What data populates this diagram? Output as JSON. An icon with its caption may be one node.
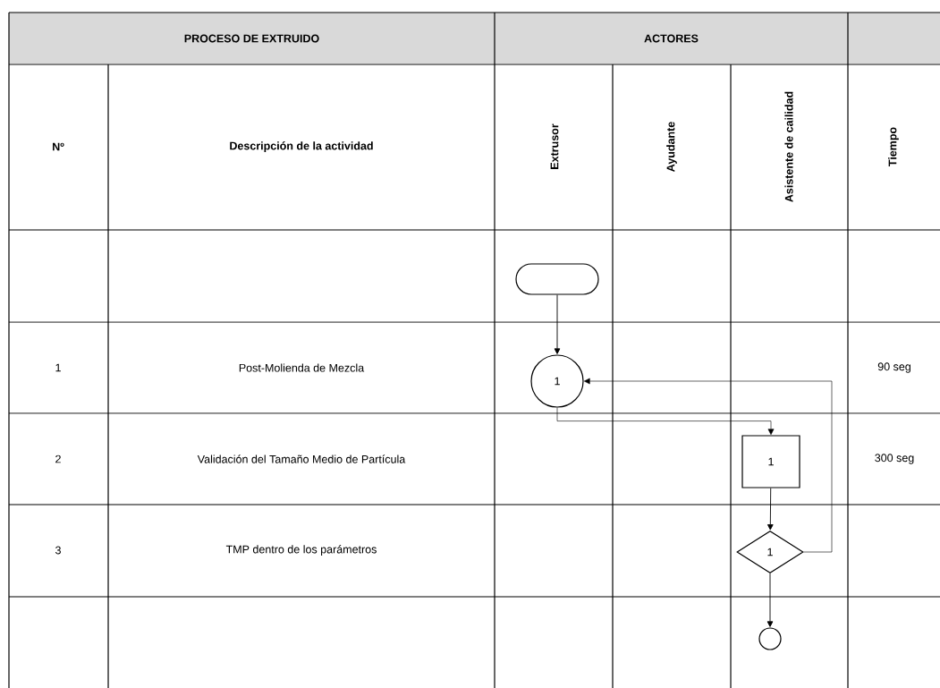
{
  "diagram": {
    "nodes": [
      {
        "text": [],
        "shape": "box"
      },
      {
        "text": [
          "1"
        ]
      },
      {
        "text": [
          "1"
        ]
      },
      {
        "text": [
          "1"
        ]
      },
      {
        "text": [],
        "shape": "circle"
      }
    ],
    "edges": [
      {
        "from": 0,
        "to": 1,
        "arrow": "to"
      },
      {
        "from": 1,
        "to": 2,
        "arrow": "to"
      },
      {
        "from": 2,
        "to": 3,
        "arrow": "to"
      },
      {
        "from": 3,
        "to": 1,
        "arrow": "to"
      },
      {
        "from": 3,
        "to": 4,
        "arrow": "to"
      }
    ],
    "labels": [
      "PROCESO DE EXTRUIDO",
      "ACTORES",
      "Nº",
      "Descripción de la actividad",
      "Extrusor",
      "Ayudante",
      "Asistente de cailidad",
      "Tiempo",
      "1",
      "Post-Molienda de Mezcla",
      "90 seg",
      "2",
      "Validación del Tamaño Medio de Partícula",
      "300 seg",
      "3",
      "TMP dentro de los parámetros"
    ]
  }
}
